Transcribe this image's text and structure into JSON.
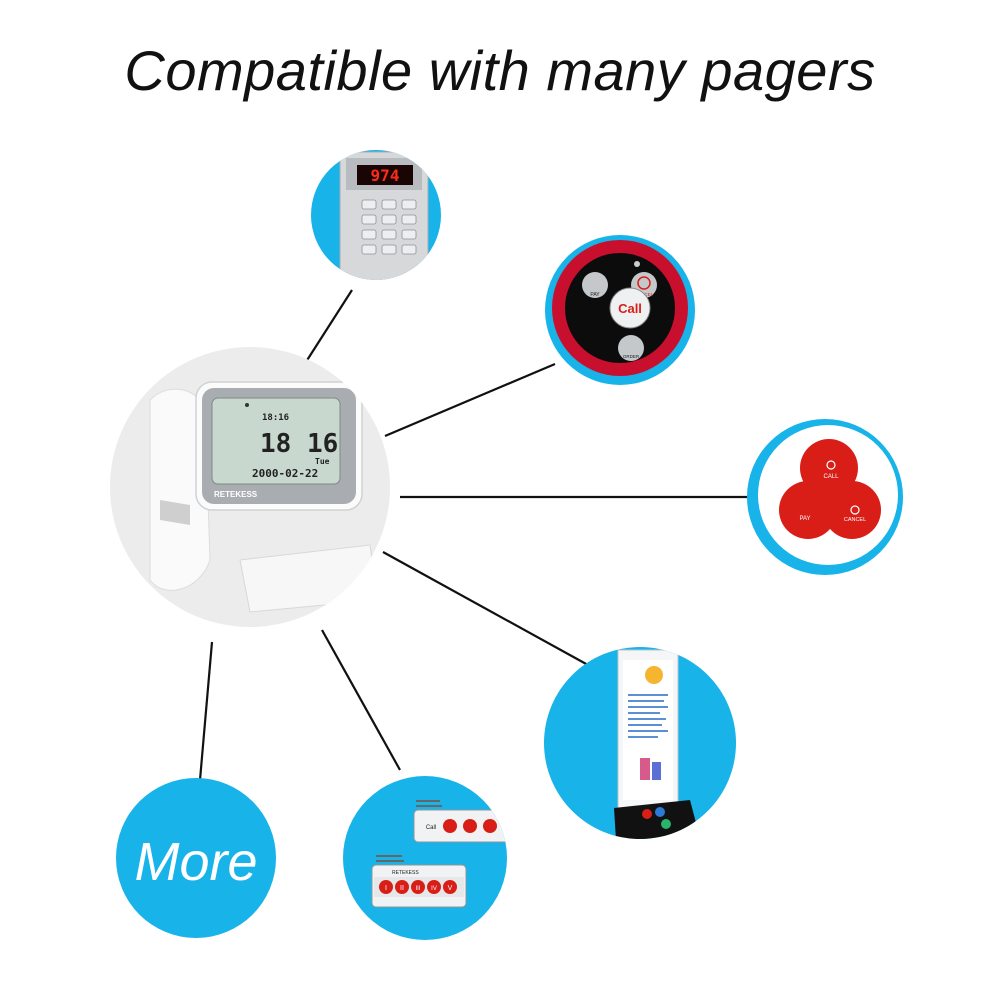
{
  "headline": "Compatible with many pagers",
  "colors": {
    "accent_blue": "#17b3e9",
    "connector": "#111111",
    "button_red": "#d91e18",
    "watch_bg": "#ececec"
  },
  "keypad_pager": {
    "display": "974"
  },
  "call_button": {
    "center": "Call",
    "left": "PAY",
    "right": "CANCEL",
    "bottom": "ORDER"
  },
  "trefoil_button": {
    "top": "CALL",
    "left": "PAY",
    "right": "CANCEL"
  },
  "watch": {
    "status": "18:16",
    "time": "18 16",
    "date": "2000-02-22",
    "day": "Tue",
    "brand": "RETEKESS"
  },
  "transmitters": {
    "brand": "RETEKESS",
    "top_buttons": [
      "Call",
      "",
      ""
    ],
    "bottom_buttons": [
      "I",
      "II",
      "III",
      "IV",
      "V"
    ]
  },
  "more_label": "More"
}
